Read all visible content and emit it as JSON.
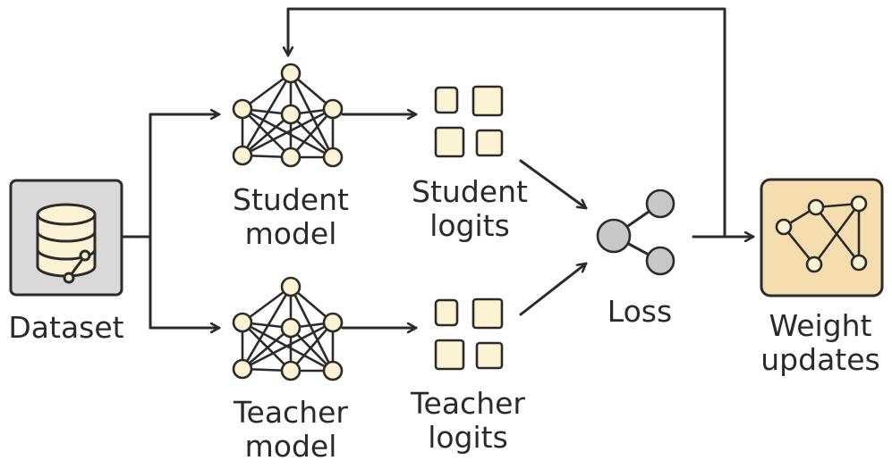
{
  "nodes": {
    "dataset": {
      "label": "Dataset"
    },
    "student_model": {
      "line1": "Student",
      "line2": "model"
    },
    "teacher_model": {
      "line1": "Teacher",
      "line2": "model"
    },
    "student_logits": {
      "line1": "Student",
      "line2": "logits"
    },
    "teacher_logits": {
      "line1": "Teacher",
      "line2": "logits"
    },
    "loss": {
      "label": "Loss"
    },
    "weight_updates": {
      "line1": "Weight",
      "line2": "updates"
    }
  },
  "colors": {
    "stroke": "#2b2b2b",
    "node_fill": "#fbf3d3",
    "dataset_box": "#d9d9d9",
    "update_box": "#f6ddb0",
    "loss_node": "#c8c8c8"
  },
  "icons": {
    "dataset": "database-icon",
    "model": "neural-network-icon",
    "logits": "grid-squares-icon",
    "loss": "share-nodes-icon",
    "updates": "network-graph-icon"
  }
}
